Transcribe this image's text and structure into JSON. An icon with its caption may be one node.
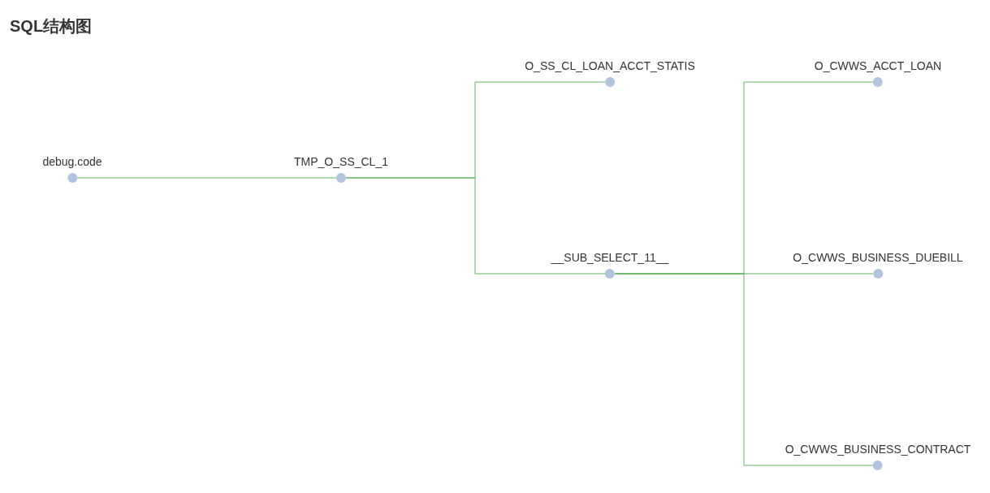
{
  "diagram": {
    "title": "SQL结构图",
    "nodes": [
      {
        "text": [
          "debug.code"
        ]
      },
      {
        "text": [
          "TMP_O_SS_CL_1"
        ]
      },
      {
        "text": [
          "O_SS_CL_LOAN_ACCT_STATIS"
        ]
      },
      {
        "text": [
          "__SUB_SELECT_11__"
        ]
      },
      {
        "text": [
          "O_CWWS_ACCT_LOAN"
        ]
      },
      {
        "text": [
          "O_CWWS_BUSINESS_DUEBILL"
        ]
      },
      {
        "text": [
          "O_CWWS_BUSINESS_CONTRACT"
        ]
      }
    ],
    "edges": [
      {
        "from": 0,
        "to": 1,
        "arrow": "none"
      },
      {
        "from": 1,
        "to": 2,
        "arrow": "none"
      },
      {
        "from": 1,
        "to": 3,
        "arrow": "none"
      },
      {
        "from": 3,
        "to": 4,
        "arrow": "none"
      },
      {
        "from": 3,
        "to": 5,
        "arrow": "none"
      },
      {
        "from": 3,
        "to": 6,
        "arrow": "none"
      }
    ]
  }
}
